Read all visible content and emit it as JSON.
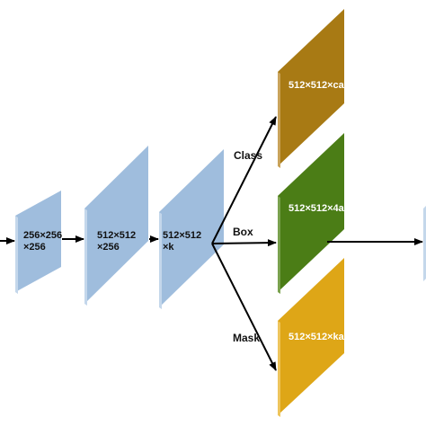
{
  "colors": {
    "blue": "#9fbddd",
    "class_block": "#a87a14",
    "box_block": "#4b7d16",
    "mask_block": "#dea617",
    "arrow": "#000000"
  },
  "blocks": {
    "b1": {
      "line1": "256×256",
      "line2": "×256"
    },
    "b2": {
      "line1": "512×512",
      "line2": "×256"
    },
    "b3": {
      "line1": "512×512",
      "line2": "×k"
    },
    "class": {
      "line1": "512×512×ca"
    },
    "box": {
      "line1": "512×512×4a"
    },
    "mask": {
      "line1": "512×512×ka"
    }
  },
  "labels": {
    "class": "Class",
    "box": "Box",
    "mask": "Mask"
  }
}
